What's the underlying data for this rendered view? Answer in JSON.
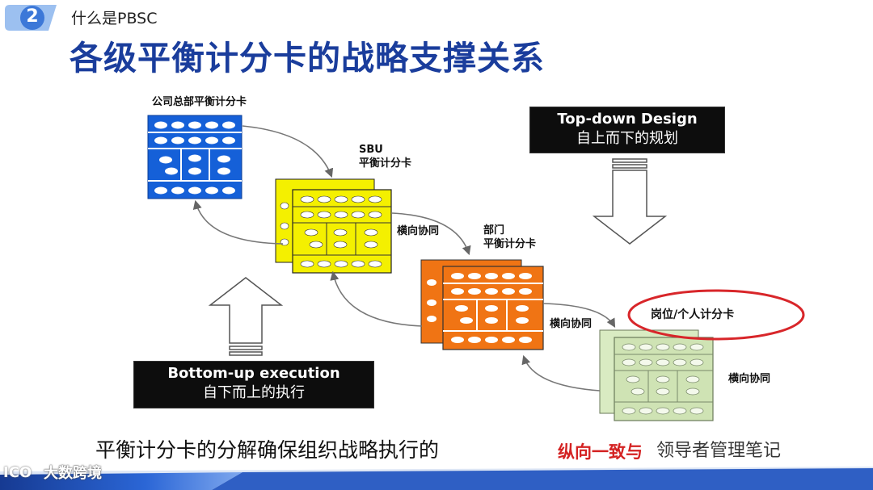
{
  "header": {
    "section_number": "2",
    "section_title": "什么是PBSC",
    "main_title": "各级平衡计分卡的战略支撑关系"
  },
  "diagram": {
    "hq_label": "公司总部平衡计分卡",
    "sbu_label_line1": "SBU",
    "sbu_label_line2": "平衡计分卡",
    "dept_label_line1": "部门",
    "dept_label_line2": "平衡计分卡",
    "position_label": "岗位/个人计分卡",
    "horizontal_1": "横向协同",
    "horizontal_2": "横向协同",
    "horizontal_3": "横向协同",
    "top_down_title": "Top-down Design",
    "top_down_sub": "自上而下的规划",
    "bottom_up_title": "Bottom-up execution",
    "bottom_up_sub": "自下而上的执行"
  },
  "footer": {
    "statement": "平衡计分卡的分解确保组织战略执行的",
    "highlight": "纵向一致与",
    "watermark_right": "领导者管理笔记",
    "watermark_left_logo": "ICO",
    "watermark_left": "大数跨境"
  },
  "colors": {
    "title_blue": "#1a3d9c",
    "hq_card": "#1560d8",
    "sbu_card": "#f4f000",
    "dept_card": "#f07414",
    "position_card": "#cfe3b4",
    "ellipse_red": "#d8262a",
    "footer_band": "#1f4fb8"
  }
}
